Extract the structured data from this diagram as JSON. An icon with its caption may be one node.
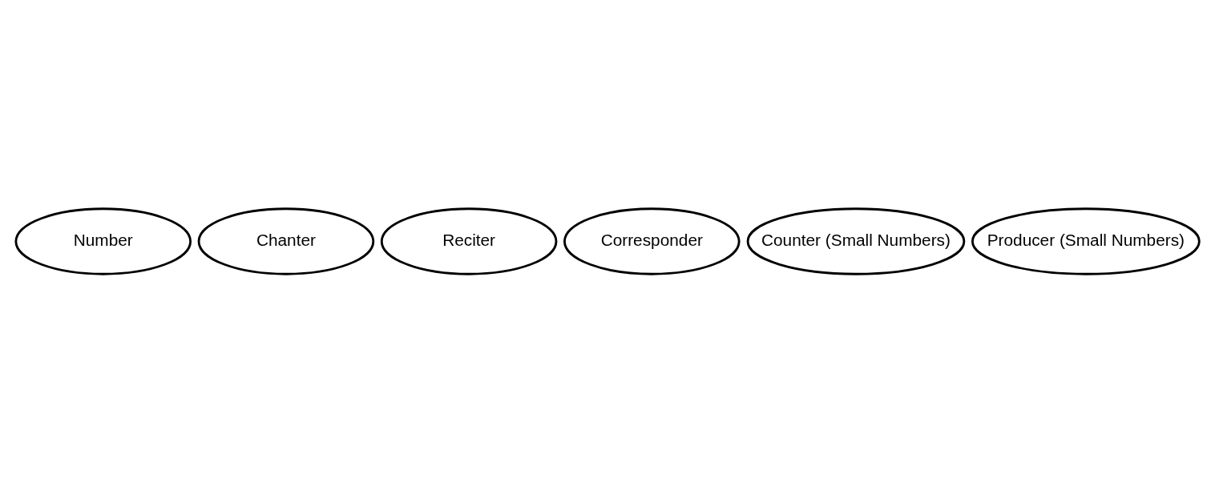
{
  "diagram": {
    "nodes": [
      {
        "text": [
          "Number"
        ]
      },
      {
        "text": [
          "Chanter"
        ]
      },
      {
        "text": [
          "Reciter"
        ]
      },
      {
        "text": [
          "Corresponder"
        ]
      },
      {
        "text": [
          "Counter (Small Numbers)"
        ]
      },
      {
        "text": [
          "Producer (Small Numbers)"
        ]
      }
    ]
  }
}
